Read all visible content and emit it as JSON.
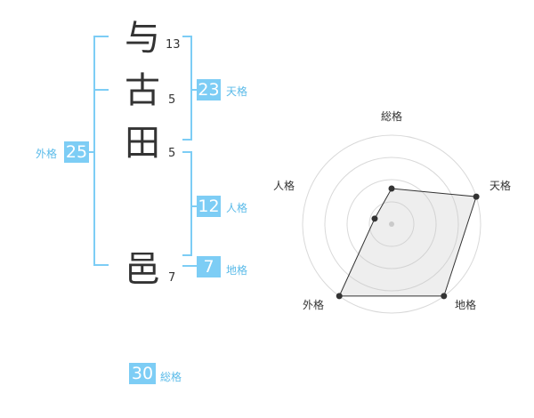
{
  "name_chars": [
    {
      "char": "与",
      "strokes": "13"
    },
    {
      "char": "古",
      "strokes": "5"
    },
    {
      "char": "田",
      "strokes": "5"
    },
    {
      "char": "邑",
      "strokes": "7"
    }
  ],
  "fortunes": {
    "tenkaku": {
      "value": "23",
      "label": "天格"
    },
    "jinkaku": {
      "value": "12",
      "label": "人格"
    },
    "chikaku": {
      "value": "7",
      "label": "地格"
    },
    "gaikaku": {
      "value": "25",
      "label": "外格"
    },
    "soukaku": {
      "value": "30",
      "label": "総格"
    }
  },
  "colors": {
    "accent": "#7dcdf5",
    "label": "#5bbbe9",
    "bracket": "#7dcdf5"
  },
  "chart_data": {
    "type": "radar",
    "axes": [
      "総格",
      "天格",
      "地格",
      "外格",
      "人格"
    ],
    "values": [
      2,
      5,
      5,
      5,
      1
    ],
    "max": 5,
    "rings": 4
  }
}
